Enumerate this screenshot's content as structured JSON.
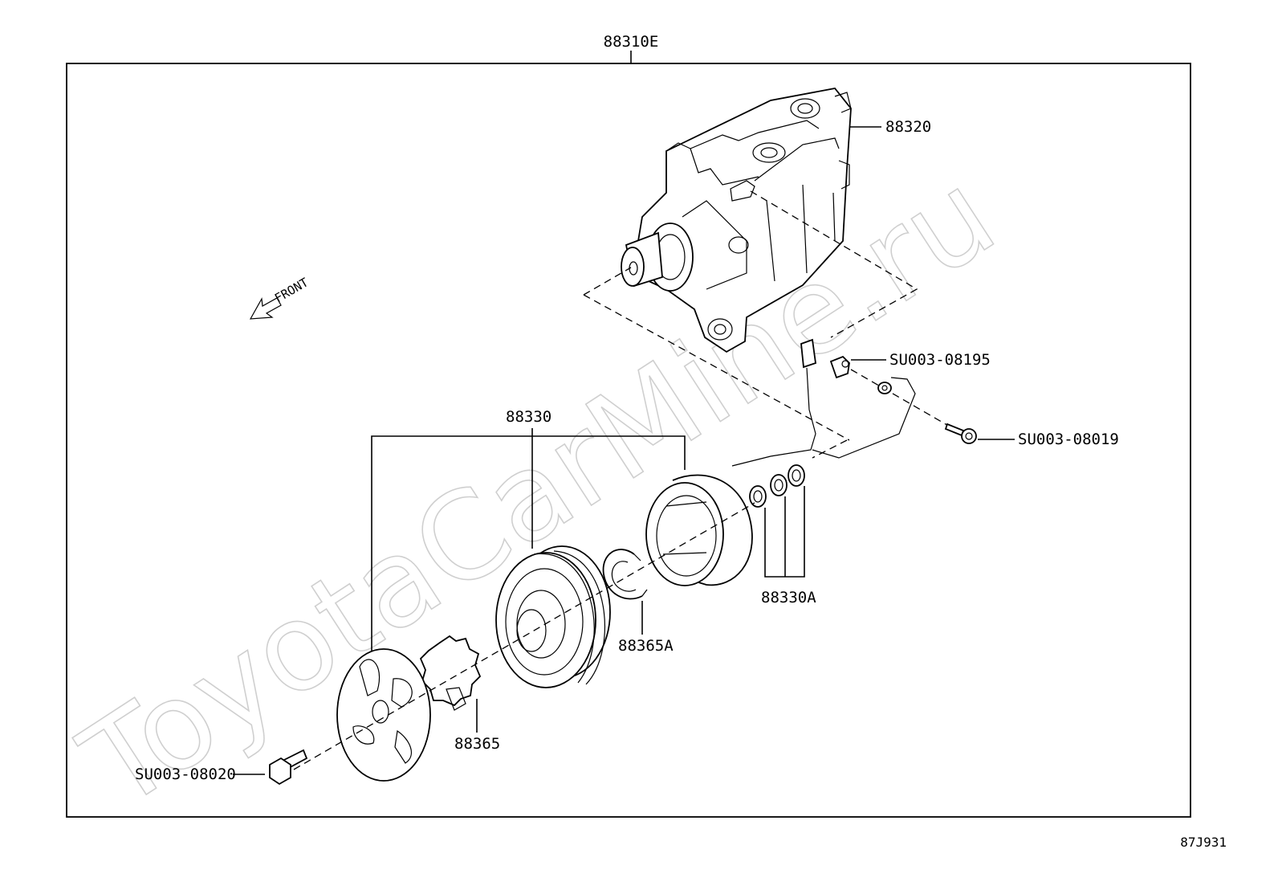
{
  "diagram": {
    "assembly_label": "88310E",
    "front_label": "FRONT",
    "watermark": "ToyotaCarMine.ru",
    "figure_code": "87J931",
    "parts": {
      "compressor": "88320",
      "clutch_assembly": "88330",
      "shim_set": "88330A",
      "snap_ring": "88365A",
      "hub_spacer": "88365",
      "clip": "SU003-08195",
      "wire_bolt": "SU003-08019",
      "hub_bolt": "SU003-08020"
    }
  }
}
